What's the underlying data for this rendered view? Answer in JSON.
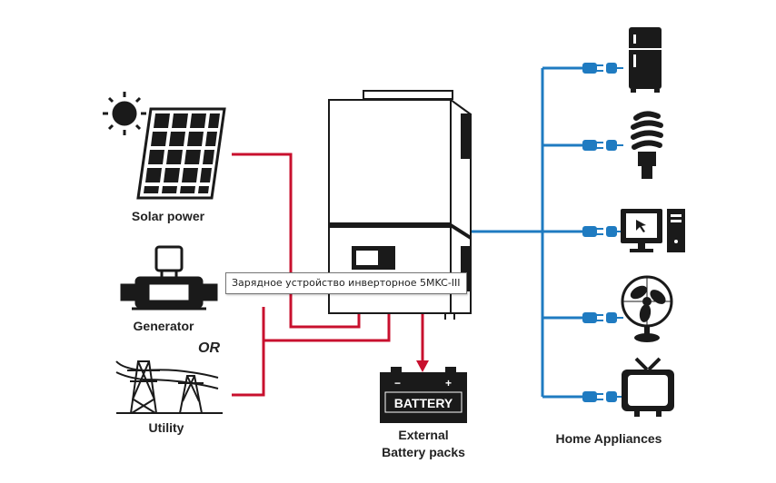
{
  "sources": {
    "solar_label": "Solar power",
    "generator_label": "Generator",
    "or_label": "OR",
    "utility_label": "Utility"
  },
  "battery": {
    "box_text": "BATTERY",
    "label_line1": "External",
    "label_line2": "Battery packs"
  },
  "appliances": {
    "label": "Home Appliances",
    "items": [
      "refrigerator-icon",
      "bulb-icon",
      "computer-icon",
      "fan-icon",
      "tv-icon"
    ]
  },
  "tooltip": {
    "text": "Зарядное устройство инверторное 5MKC-III"
  },
  "colors": {
    "ac_input_line": "#c8102e",
    "output_line": "#1f7bc1",
    "icon": "#1a1a1a"
  }
}
